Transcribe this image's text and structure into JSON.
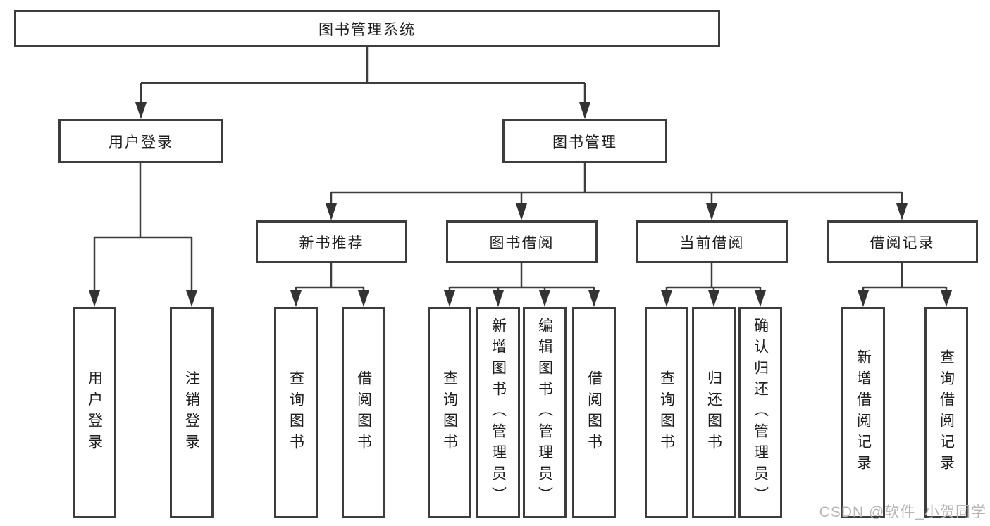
{
  "diagram": {
    "root": "图书管理系统",
    "branches": {
      "user_login": {
        "label": "用户登录",
        "children": [
          "用户登录",
          "注销登录"
        ]
      },
      "book_mgmt": {
        "label": "图书管理",
        "sections": [
          {
            "label": "新书推荐",
            "children": [
              "查询图书",
              "借阅图书"
            ]
          },
          {
            "label": "图书借阅",
            "children": [
              "查询图书",
              "新增图书（管理员）",
              "编辑图书（管理员）",
              "借阅图书"
            ]
          },
          {
            "label": "当前借阅",
            "children": [
              "查询图书",
              "归还图书",
              "确认归还（管理员）"
            ]
          },
          {
            "label": "借阅记录",
            "children": [
              "新增借阅记录",
              "查询借阅记录"
            ]
          }
        ]
      }
    }
  },
  "watermark": "CSDN @软件_小贺同学",
  "colors": {
    "line": "#3d3d3d",
    "text": "#1f1f1f",
    "watermark": "#b5b5b5",
    "background": "#ffffff"
  }
}
